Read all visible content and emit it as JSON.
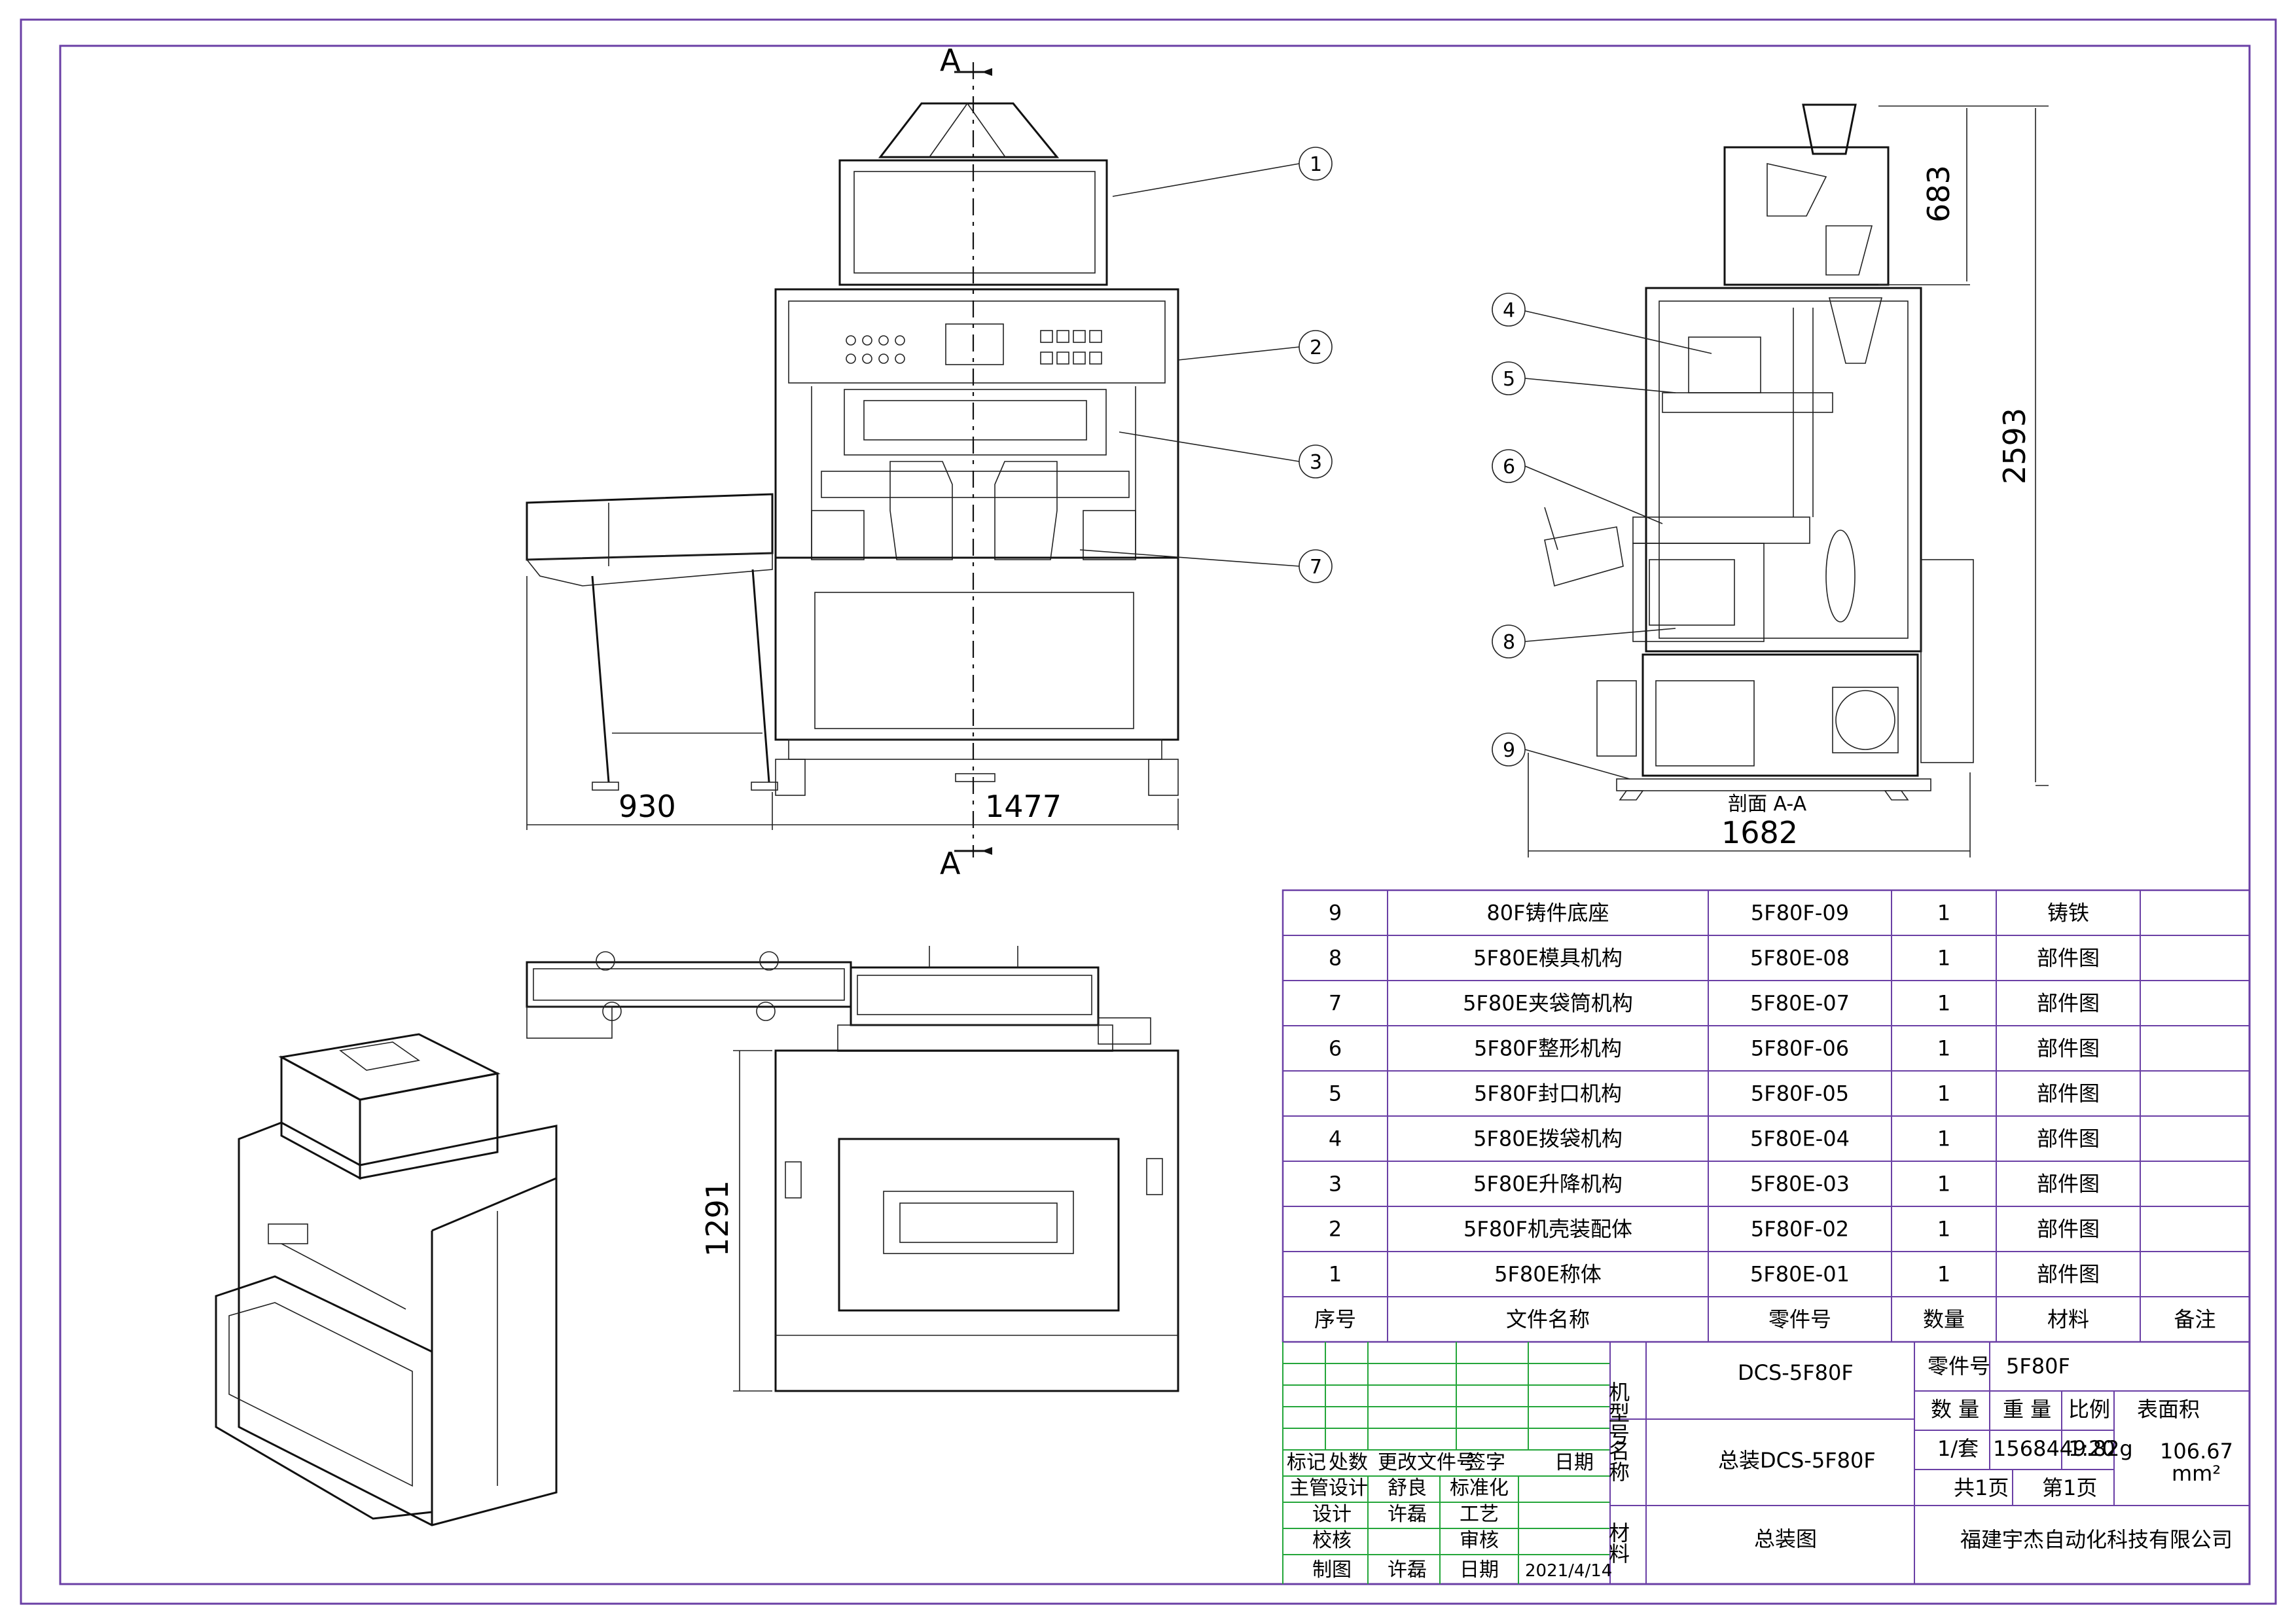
{
  "section_marks": {
    "top": "A",
    "bottom": "A",
    "label": "剖面 A-A"
  },
  "balloons": [
    "1",
    "2",
    "3",
    "7",
    "4",
    "5",
    "6",
    "8",
    "9"
  ],
  "dimensions": {
    "front_conveyor_width": "930",
    "front_width": "1477",
    "side_depth": "1682",
    "side_height": "2593",
    "side_hopper_height": "683",
    "top_depth": "1291"
  },
  "bom": {
    "header": [
      "序号",
      "文件名称",
      "零件号",
      "数量",
      "材料",
      "备注"
    ],
    "rows": [
      [
        "9",
        "80F铸件底座",
        "5F80F-09",
        "1",
        "铸铁",
        ""
      ],
      [
        "8",
        "5F80E模具机构",
        "5F80E-08",
        "1",
        "部件图",
        ""
      ],
      [
        "7",
        "5F80E夹袋筒机构",
        "5F80E-07",
        "1",
        "部件图",
        ""
      ],
      [
        "6",
        "5F80F整形机构",
        "5F80F-06",
        "1",
        "部件图",
        ""
      ],
      [
        "5",
        "5F80F封口机构",
        "5F80F-05",
        "1",
        "部件图",
        ""
      ],
      [
        "4",
        "5F80E拨袋机构",
        "5F80E-04",
        "1",
        "部件图",
        ""
      ],
      [
        "3",
        "5F80E升降机构",
        "5F80E-03",
        "1",
        "部件图",
        ""
      ],
      [
        "2",
        "5F80F机壳装配体",
        "5F80F-02",
        "1",
        "部件图",
        ""
      ],
      [
        "1",
        "5F80E称体",
        "5F80E-01",
        "1",
        "部件图",
        ""
      ]
    ]
  },
  "title_block": {
    "model_label": "机型号",
    "model_value": "DCS-5F80F",
    "name_label": "名称",
    "name_value": "总装DCS-5F80F",
    "material_label": "材料",
    "material_value": "总装图",
    "part_no_label": "零件号",
    "part_no_value": "5F80F",
    "qty_label": "数 量",
    "weight_label": "重 量",
    "scale_label": "比例",
    "area_label": "表面积",
    "qty_value": "1/套",
    "weight_value": "1568449.82g",
    "scale_value": "1:20",
    "area_value": "106.67",
    "area_unit": "mm²",
    "sheets_total": "共1页",
    "sheet_no": "第1页",
    "company": "福建宇杰自动化科技有限公司",
    "rev_header": [
      "标记",
      "处数",
      "更改文件号",
      "签字",
      "日期"
    ],
    "sig_rows": [
      {
        "role": "主管设计",
        "name": "舒良",
        "role2": "标准化",
        "name2": ""
      },
      {
        "role": "设计",
        "name": "许磊",
        "role2": "工艺",
        "name2": ""
      },
      {
        "role": "校核",
        "name": "",
        "role2": "审核",
        "name2": ""
      },
      {
        "role": "制图",
        "name": "许磊",
        "role2": "日期",
        "name2": "2021/4/14"
      }
    ]
  }
}
